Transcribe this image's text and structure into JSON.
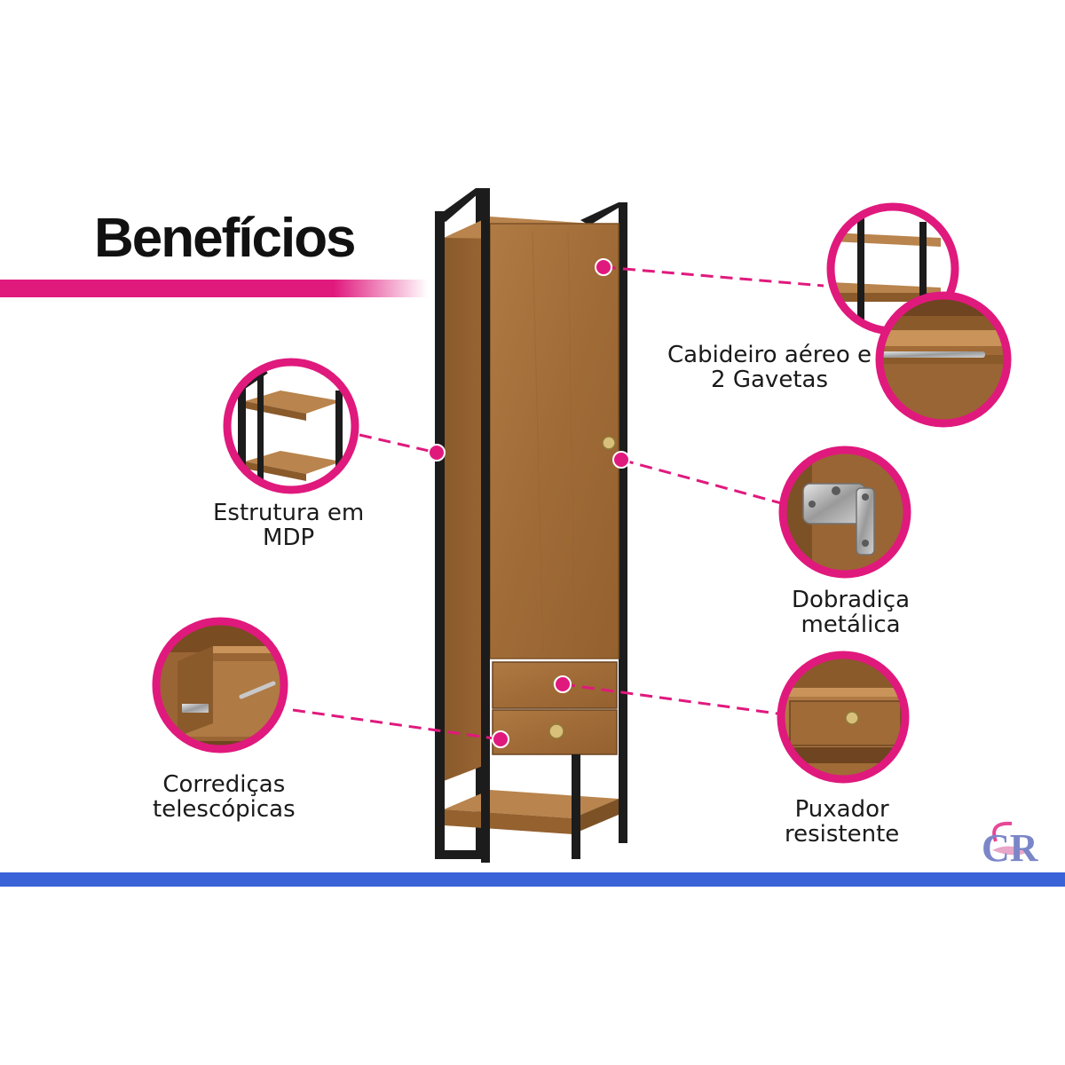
{
  "heading": "Benefícios",
  "brand": {
    "magenta": "#e0197d",
    "blue": "#3a63d8",
    "wood": "#a8733f",
    "frame": "#1c1c1c"
  },
  "logo": {
    "text": "CR"
  },
  "callouts": {
    "mdp": {
      "line1": "Estrutura em",
      "line2": "MDP",
      "icon": "shelf-frame-detail"
    },
    "slides": {
      "line1": "Corrediças",
      "line2": "telescópicas",
      "icon": "drawer-slide-detail"
    },
    "rail": {
      "line1": "Cabideiro aéreo e",
      "line2": "2 Gavetas",
      "icon": "hanging-rail-detail"
    },
    "hinge": {
      "line1": "Dobradiça",
      "line2": "metálica",
      "icon": "hinge-detail"
    },
    "handle": {
      "line1": "Puxador",
      "line2": "resistente",
      "icon": "knob-detail"
    }
  }
}
